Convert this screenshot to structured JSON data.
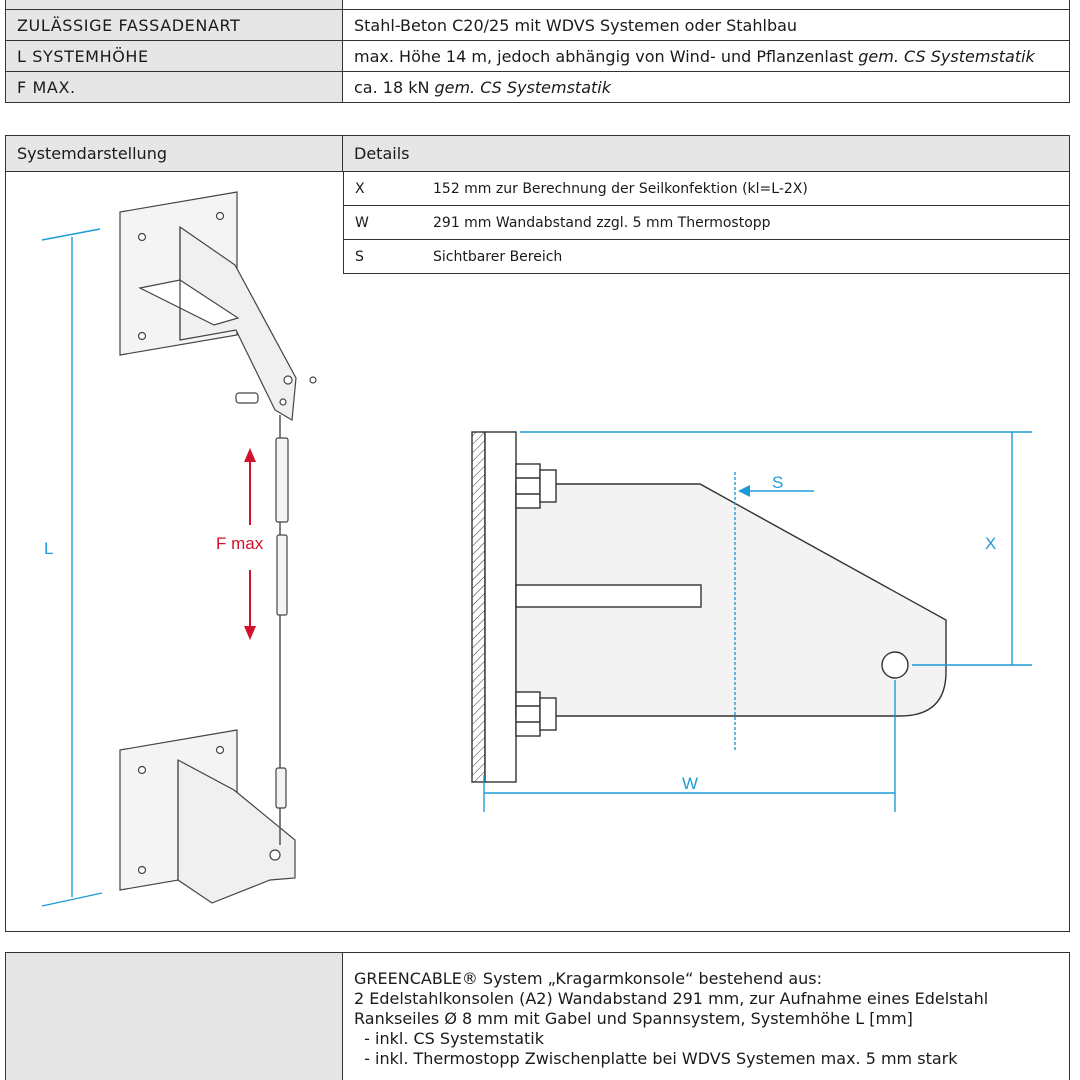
{
  "spec_table": {
    "rows": [
      {
        "key": "",
        "value": "",
        "note": ""
      },
      {
        "key": "ZULÄSSIGE FASSADENART",
        "value": "Stahl-Beton C20/25 mit WDVS Systemen oder Stahlbau",
        "note": ""
      },
      {
        "key": "L SYSTEMHÖHE",
        "value": "max. Höhe 14 m, jedoch abhängig von Wind- und Pflanzenlast",
        "note": "gem. CS Systemstatik"
      },
      {
        "key": "F MAX.",
        "value": "ca. 18 kN",
        "note": "gem. CS Systemstatik"
      }
    ]
  },
  "system": {
    "header_left": "Systemdarstellung",
    "header_right": "Details",
    "details": [
      {
        "symbol": "X",
        "text": "152 mm zur Berechnung der Seilkonfektion (kl=L-2X)"
      },
      {
        "symbol": "W",
        "text": "291 mm Wandabstand zzgl. 5 mm Thermostopp"
      },
      {
        "symbol": "S",
        "text": "Sichtbarer Bereich"
      }
    ],
    "labels": {
      "L": "L",
      "F_max": "F max",
      "S": "S",
      "X": "X",
      "W": "W"
    },
    "colors": {
      "dimension": "#1e9bd7",
      "force": "#d3112c",
      "header_bg": "#e6e6e6",
      "line": "#333333"
    }
  },
  "order": {
    "lines": [
      "GREENCABLE® System „Kragarmkonsole“ bestehend aus:",
      "2 Edelstahlkonsolen (A2) Wandabstand 291 mm, zur Aufnahme eines Edelstahl",
      "Rankseiles Ø 8 mm mit Gabel und Spannsystem, Systemhöhe L [mm]",
      "  - inkl. CS Systemstatik",
      "  - inkl. Thermostopp Zwischenplatte bei WDVS Systemen max. 5 mm stark"
    ]
  }
}
